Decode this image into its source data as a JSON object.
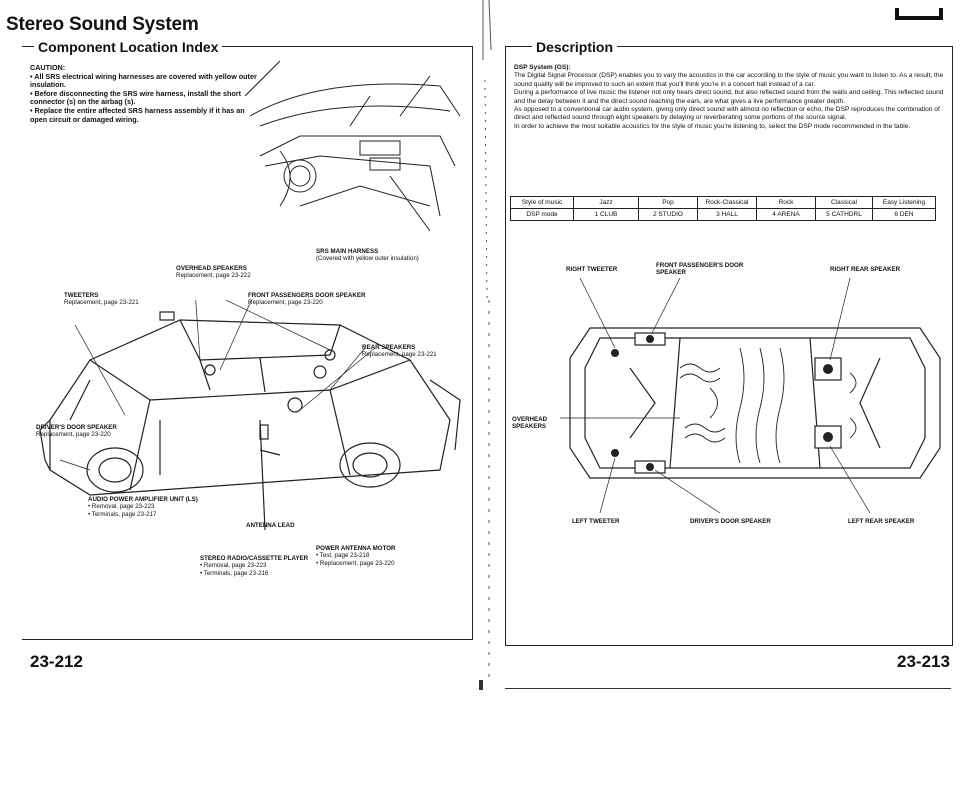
{
  "header": {
    "title": "Stereo Sound System",
    "subtitle": "Component Location Index"
  },
  "caution": {
    "label": "CAUTION:",
    "items": [
      "All SRS electrical wiring harnesses are covered with yellow outer insulation.",
      "Before disconnecting the SRS wire harness, install the short connector (s) on the airbag (s).",
      "Replace the entire affected SRS harness assembly if it has an open circuit or damaged wiring."
    ]
  },
  "left_labels": {
    "srs_harness": "SRS MAIN HARNESS",
    "srs_harness_note": "(Covered with yellow outer insulation)",
    "overhead": "OVERHEAD SPEAKERS",
    "overhead_ref": "Replacement, page 23-222",
    "tweeters": "TWEETERS",
    "tweeters_ref": "Replacement, page 23-221",
    "front_pass": "FRONT PASSENGERS DOOR SPEAKER",
    "front_pass_ref": "Replacement, page 23-220",
    "rear": "REAR SPEAKERS",
    "rear_ref": "Replacement, page 23-221",
    "driver": "DRIVER'S DOOR SPEAKER",
    "driver_ref": "Replacement, page 23-220",
    "amp": "AUDIO POWER AMPLIFIER UNIT (LS)",
    "amp_ref1": "• Removal, page 23-223",
    "amp_ref2": "• Terminals, page 23-217",
    "antenna_lead": "ANTENNA LEAD",
    "stereo": "STEREO RADIO/CASSETTE PLAYER",
    "stereo_ref1": "• Removal, page 23-223",
    "stereo_ref2": "• Terminals, page 23-216",
    "power_ant": "POWER ANTENNA MOTOR",
    "power_ant_ref1": "• Test, page 23-218",
    "power_ant_ref2": "• Replacement, page 23-220"
  },
  "pages": {
    "left": "23-212",
    "right": "23-213"
  },
  "description": {
    "title": "Description",
    "heading": "DSP System (GS):",
    "paragraphs": [
      "The Digital Signal Processor (DSP) enables you to vary the acoustics in the car according to the style of music you want to listen to. As a result, the sound quality will be improved to such an extent that you'll think you're in a concert hall instead of a car.",
      "During a performance of live music the listener not only hears direct sound, but also reflected sound from the walls and ceiling. This reflected sound and the delay between it and the direct sound reaching the ears, are what gives a live performance greater depth.",
      "As opposed to a conventional car audio system, giving only direct sound with almost no reflection or echo, the DSP reproduces the combination of direct and reflected sound through eight speakers by delaying or reverberating some portions of the source signal.",
      "In order to achieve the most suitable acoustics for the style of music you're listening to, select the DSP mode recommended in the table."
    ]
  },
  "mode_table": {
    "row1": [
      "Style of music",
      "Jazz",
      "Pop",
      "Rock-Classical",
      "Rock",
      "Classical",
      "Easy Listening"
    ],
    "row2": [
      "DSP mode",
      "1 CLUB",
      "2 STUDIO",
      "3 HALL",
      "4 ARENA",
      "5 CATHDRL",
      "6 DEN"
    ]
  },
  "right_labels": {
    "right_tweeter": "RIGHT TWEETER",
    "front_pass": "FRONT PASSENGER'S DOOR SPEAKER",
    "right_rear": "RIGHT REAR SPEAKER",
    "overhead": "OVERHEAD SPEAKERS",
    "left_tweeter": "LEFT TWEETER",
    "driver": "DRIVER'S DOOR SPEAKER",
    "left_rear": "LEFT REAR SPEAKER"
  }
}
